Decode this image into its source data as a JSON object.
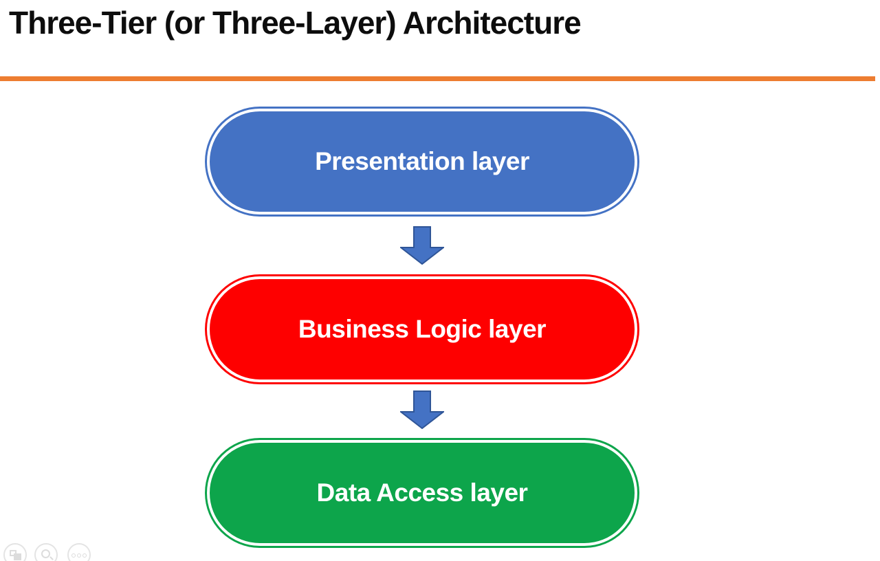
{
  "slide": {
    "title": "Three-Tier (or Three-Layer) Architecture",
    "divider_color": "#ED7D31",
    "background_color": "#ffffff"
  },
  "diagram": {
    "layers": [
      {
        "label": "Presentation layer",
        "color": "#4472C4"
      },
      {
        "label": "Business Logic layer",
        "color": "#FE0000"
      },
      {
        "label": "Data Access layer",
        "color": "#0DA54B"
      }
    ],
    "flow": "Presentation layer -> Business Logic layer -> Data Access layer",
    "arrow_color": "#4472C4",
    "arrow_border_color": "#2F5597",
    "text_color": "#ffffff"
  },
  "viewer_controls": {
    "buttons": [
      {
        "icon": "slides-overview-icon"
      },
      {
        "icon": "zoom-icon"
      },
      {
        "icon": "more-options-icon"
      }
    ]
  }
}
